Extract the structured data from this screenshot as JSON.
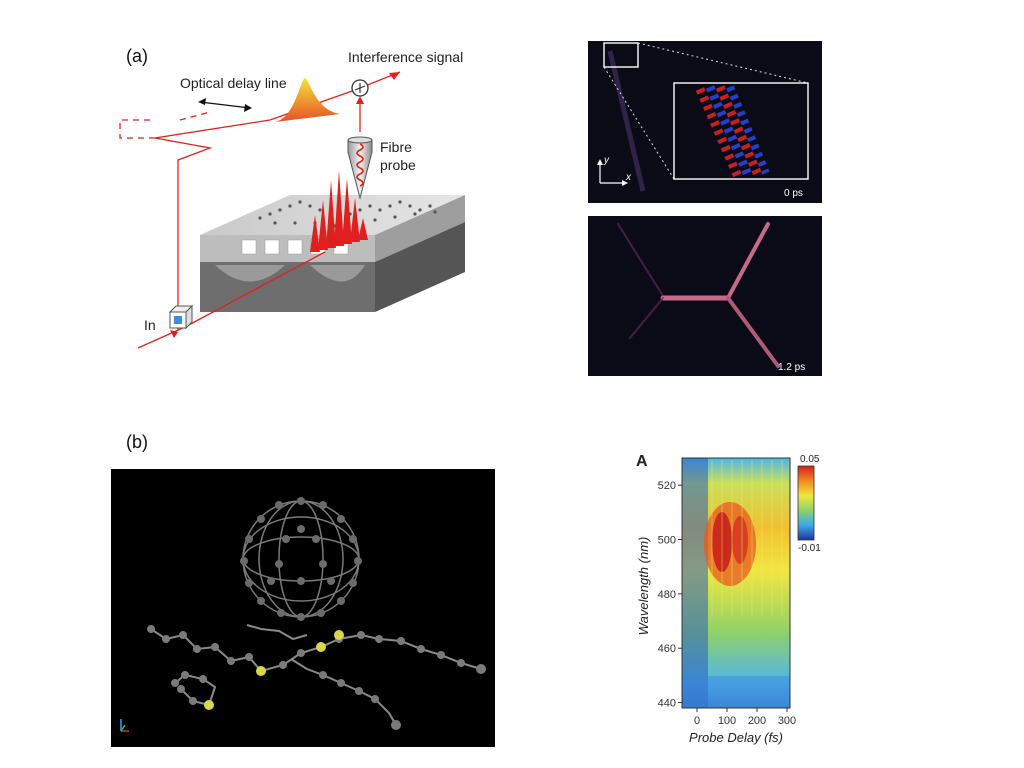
{
  "panels": {
    "a": {
      "label": "(a)",
      "schematic": {
        "interference_label": "Interference signal",
        "delay_label": "Optical delay line",
        "fibre_label_1": "Fibre",
        "fibre_label_2": "probe",
        "in_label": "In"
      },
      "images": {
        "top": {
          "time_label": "0 ps",
          "axis_y": "y",
          "axis_x": "x"
        },
        "bottom": {
          "time_label": "1.2 ps"
        }
      }
    },
    "b": {
      "label": "(b)"
    }
  },
  "chart_data": {
    "type": "heatmap",
    "panel_letter": "A",
    "xlabel": "Probe Delay (fs)",
    "ylabel": "Wavelength (nm)",
    "x_ticks": [
      "0",
      "100",
      "200",
      "300"
    ],
    "y_ticks": [
      "440",
      "460",
      "480",
      "500",
      "520"
    ],
    "xlim": [
      -50,
      310
    ],
    "ylim": [
      438,
      530
    ],
    "colorbar": {
      "max_label": "0.05",
      "min_label": "-0.01",
      "range": [
        -0.01,
        0.05
      ],
      "colors": [
        "#2231a8",
        "#3aa9e8",
        "#8fd16a",
        "#f2e640",
        "#f08a20",
        "#d42020"
      ]
    }
  }
}
